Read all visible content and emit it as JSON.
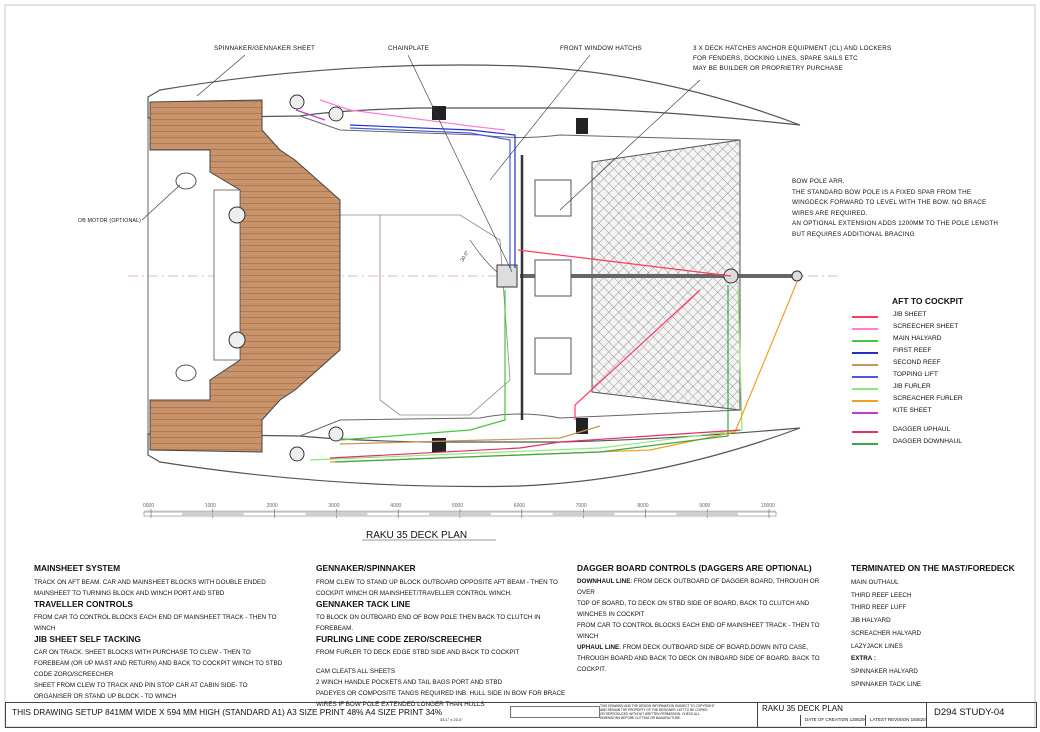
{
  "labels": {
    "spinnaker_sheet": "SPINNAKER/GENNAKER SHEET",
    "chainplate": "CHAINPLATE",
    "front_window": "FRONT WINDOW HATCHS",
    "deck_hatches": [
      "3 X DECK HATCHES ANCHOR EQUIPMENT (CL) AND LOCKERS",
      "FOR FENDERS, DOCKING LINES, SPARE SAILS ETC",
      "MAY BE BUILDER OR PROPRIETRY PURCHASE"
    ],
    "ob_motor": "OB MOTOR (OPTIONAL)",
    "bow_pole": [
      "BOW POLE ARR.",
      "THE STANDARD BOW POLE IS A FIXED SPAR FROM THE",
      "WINGDECK FORWARD TO LEVEL WITH THE BOW. NO BRACE",
      "WIRES ARE REQUIRED.",
      "AN OPTIONAL EXTENSION ADDS 1200MM TO THE POLE LENGTH",
      "BUT REQUIRES ADDITIONAL BRACING"
    ],
    "angle": "30.0°"
  },
  "legend": {
    "title": "AFT TO COCKPIT",
    "items": [
      {
        "label": "JIB SHEET",
        "color": "#ff3b5c"
      },
      {
        "label": "SCREECHER SHEET",
        "color": "#ff7fd0"
      },
      {
        "label": "MAIN HALYARD",
        "color": "#46c83c"
      },
      {
        "label": "FIRST REEF",
        "color": "#2230c8"
      },
      {
        "label": "SECOND REEF",
        "color": "#c8965a"
      },
      {
        "label": "TOPPING LIFT",
        "color": "#4a5adc"
      },
      {
        "label": "JIB FURLER",
        "color": "#8ee87a"
      },
      {
        "label": "SCREACHER FURLER",
        "color": "#f0a020"
      },
      {
        "label": "KITE SHEET",
        "color": "#c03cd0"
      },
      {
        "label": "DAGGER UPHAUL",
        "color": "#e0306a"
      },
      {
        "label": "DAGGER DOWNHAUL",
        "color": "#3aa848"
      }
    ]
  },
  "scale": [
    "0000",
    "1000",
    "2000",
    "3000",
    "4000",
    "5000",
    "6000",
    "7000",
    "8000",
    "9000",
    "10000"
  ],
  "plan_title": "RAKU 35 DECK PLAN",
  "notes": {
    "col1": {
      "h1": "MAINSHEET SYSTEM",
      "p1a": "TRACK ON AFT BEAM. CAR AND MAINSHEET BLOCKS WITH DOUBLE ENDED",
      "p1b": "MAINSHEET TO TURNING BLOCK AND WINCH PORT AND STBD",
      "h2": "TRAVELLER CONTROLS",
      "p2a": "FROM CAR TO CONTROL BLOCKS EACH END OF MAINSHEET TRACK - THEN TO",
      "p2b": "WINCH",
      "h3": "JIB SHEET SELF TACKING",
      "p3a": "CAR ON TRACK. SHEET BLOCKS WITH PURCHASE TO CLEW - THEN TO",
      "p3b": "FOREBEAM (OR UP MAST AND RETURN) AND BACK TO COCKPIT WINCH TO STBD",
      "p3c": "CODE ZORO/SCREECHER",
      "p3d": "SHEET FROM CLEW TO TRACK  AND PIN STOP CAR AT CABIN SIDE- TO",
      "p3e": "ORGANISER OR STAND UP BLOCK - TO WINCH"
    },
    "col2": {
      "h1": "GENNAKER/SPINNAKER",
      "p1a": "FROM CLEW TO STAND UP BLOCK OUTBOARD OPPOSITE AFT BEAM - THEN TO",
      "p1b": "COCKPIT WINCH OR MAINSHEET/TRAVELLER CONTROL WINCH.",
      "h2": "GENNAKER TACK LINE",
      "p2a": "TO BLOCK ON OUTBOARD END OF BOW POLE THEN BACK TO CLUTCH IN",
      "p2b": "FOREBEAM.",
      "h3": "FURLING LINE CODE ZERO/SCREECHER",
      "p3a": "FROM FURLER TO DECK EDGE STBD SIDE AND BACK TO COCKPIT",
      "p4a": "CAM CLEATS ALL SHEETS",
      "p4b": "2 WINCH HANDLE POCKETS AND TAIL BAGS PORT AND STBD",
      "p4c": "PADEYES OR COMPOSITE TANGS REQUIRED INB. HULL SIDE IN BOW FOR BRACE",
      "p4d": "WIRES IF BOW POLE EXTENDED LONGER THAN HULLS"
    },
    "col3": {
      "h1": "DAGGER BOARD CONTROLS (DAGGERS ARE OPTIONAL)",
      "b1": "DOWNHAUL LINE",
      "p1a": ": FROM DECK OUTBOARD OF DAGGER BOARD, THROUGH OR OVER",
      "p1b": "TOP OF BOARD, TO DECK ON STBD SIDE OF BOARD, BACK TO CLUTCH AND",
      "p1c": "WINCHES IN COCKPIT",
      "p1d": "FROM CAR TO CONTROL BLOCKS EACH END OF MAINSHEET TRACK - THEN TO",
      "p1e": "WINCH",
      "b2": "UPHAUL LINE",
      "p2a": ": FROM DECK OUTBOARD SIDE OF BOARD,DOWN INTO CASE,",
      "p2b": "THROUGH BOARD AND BACK TO DECK ON INBOARD SIDE OF BOARD. BACK TO",
      "p2c": "COCKPIT."
    },
    "col4": {
      "h1": "TERMINATED ON THE MAST/FOREDECK",
      "items": [
        "MAIN OUTHAUL",
        "THIRD REEF LEECH",
        "THIRD REEF LUFF",
        "JIB HALYARD",
        "SCREACHER HALYARD",
        "LAZYJACK LINES"
      ],
      "extra": "EXTRA :",
      "extra_items": [
        "SPINNAKER HALYARD",
        "SPINNAKER TACK LINE"
      ]
    }
  },
  "title_block": {
    "setup": "THIS DRAWING SETUP 841MM WIDE X 594 MM HIGH (STANDARD A1) A3 SIZE PRINT 48% A4 SIZE PRINT 34%",
    "size": "33.1\" x 23.4\"",
    "fine_print": [
      "THIS DRAWING AND THE DESIGN INFORMATION SUBJECT TO COPYRIGHT",
      "AND REMAIN THE PROPERTY OF THE DESIGNER. NOT TO BE COPIED",
      "OR REPRODUCED WITHOUT WRITTEN PERMISSION. CHECK ALL",
      "DIMENSIONS BEFORE CUTTING OR MANUFACTURE."
    ],
    "project": "RAKU 35 DECK PLAN",
    "date_label": "DATE OF CREATION 130629",
    "revision_label": "LATEST REVISION 160820",
    "drawing_no": "D294 STUDY-04"
  },
  "colors": {
    "teak": "#c8926a",
    "teak_dark": "#b07850",
    "hull_line": "#555555",
    "net_hatch": "#7a7a7a"
  }
}
